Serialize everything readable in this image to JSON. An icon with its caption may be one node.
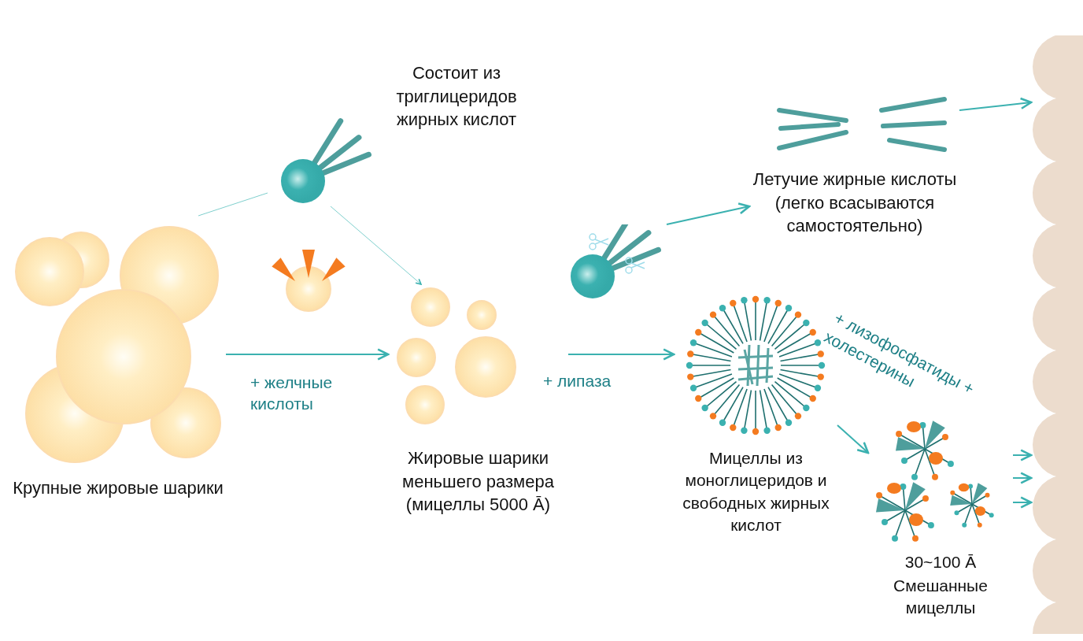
{
  "diagram": {
    "nodes": [
      {
        "text": [
          "Крупные жировые шарики"
        ]
      },
      {
        "text": [
          "Состоит из триглицеридов жирных кислот"
        ]
      },
      {
        "text": [],
        "shape": "picture"
      },
      {
        "text": [
          "Жировые шарики меньшего размера (мицеллы 5000 Ā)"
        ]
      },
      {
        "text": [],
        "shape": "picture"
      },
      {
        "text": [
          "Летучие жирные кислоты (легко всасываются самостоятельно)"
        ]
      },
      {
        "text": [
          "Мицеллы из моноглицеридов и свободных жирных кислот"
        ]
      },
      {
        "text": [
          "30~100 Ā",
          "Смешанные мицеллы"
        ]
      },
      {
        "text": [],
        "shape": "picture"
      }
    ],
    "edges": [
      {
        "from": 0,
        "to": 3,
        "arrow": "to",
        "label": "+ желчные кислоты"
      },
      {
        "from": 3,
        "to": 6,
        "arrow": "to",
        "label": "+ липаза"
      },
      {
        "from": 4,
        "to": 5,
        "arrow": "to"
      },
      {
        "from": 6,
        "to": 7,
        "arrow": "to",
        "label": "+ лизофосфатиды + холестерины"
      },
      {
        "from": 5,
        "to": 8,
        "arrow": "to"
      },
      {
        "from": 7,
        "to": 8,
        "arrow": "to"
      },
      {
        "from": 7,
        "to": 8,
        "arrow": "to"
      },
      {
        "from": 7,
        "to": 8,
        "arrow": "to"
      },
      {
        "from": 1,
        "to": 0,
        "arrow": "none"
      },
      {
        "from": 1,
        "to": 3,
        "arrow": "to"
      }
    ]
  }
}
